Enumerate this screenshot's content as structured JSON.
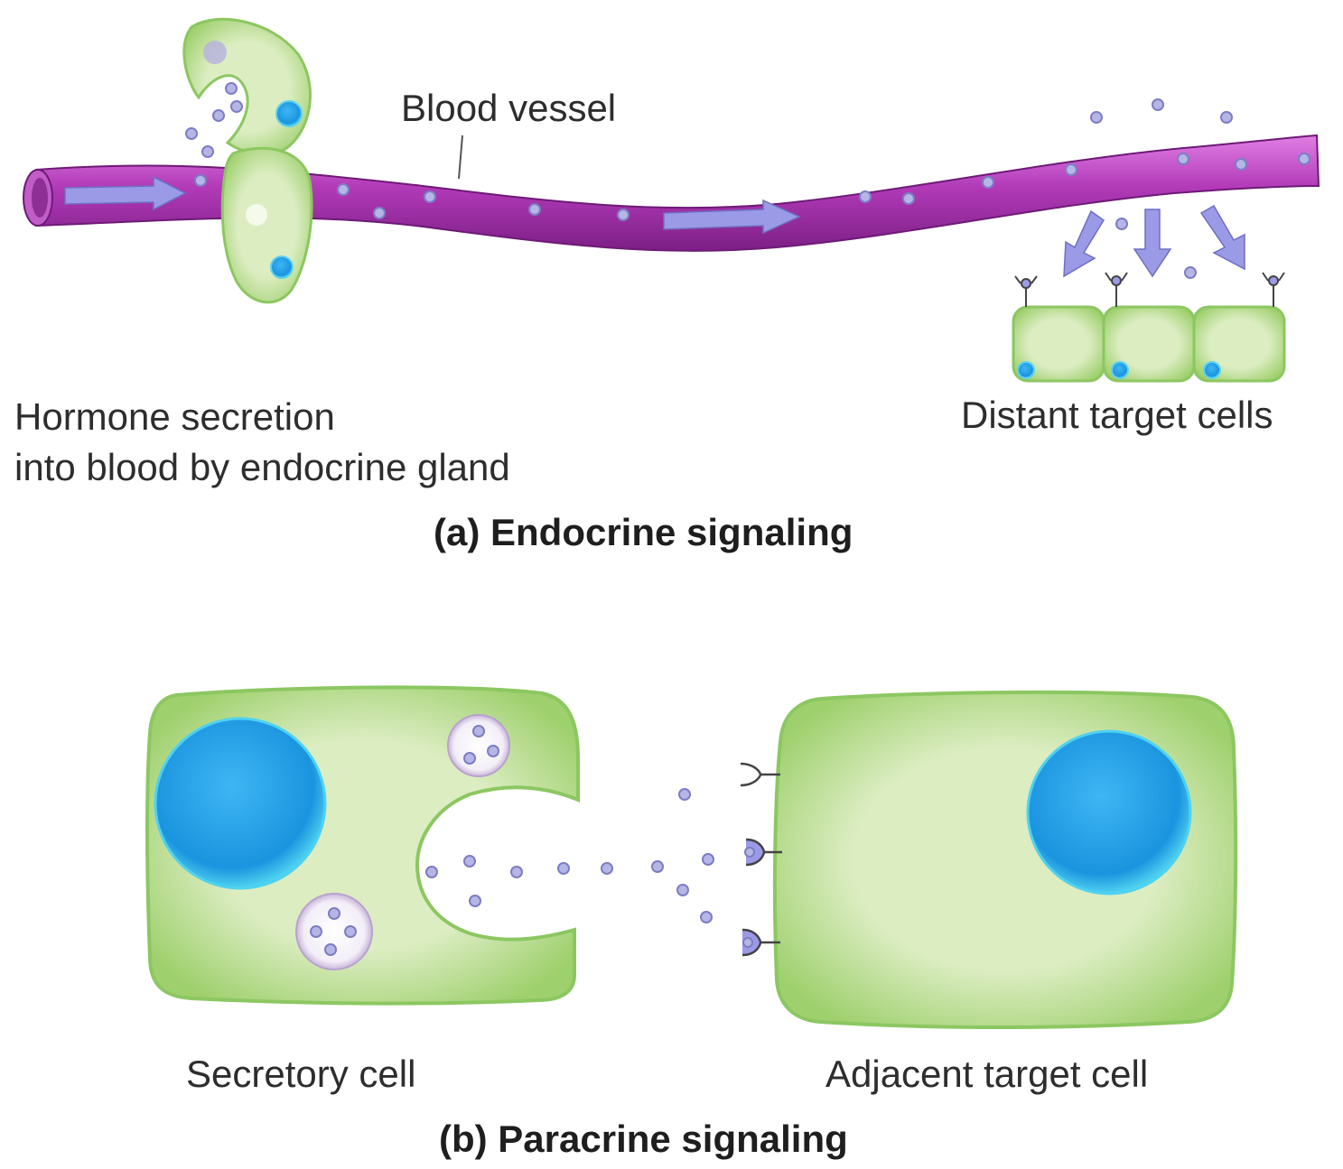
{
  "endocrine": {
    "vessel_label": "Blood vessel",
    "gland_label_line1": "Hormone secretion",
    "gland_label_line2": "into blood by endocrine gland",
    "target_label": "Distant target cells",
    "title": "(a) Endocrine signaling"
  },
  "paracrine": {
    "secretory_label": "Secretory cell",
    "target_label": "Adjacent target cell",
    "title": "(b) Paracrine signaling"
  },
  "colors": {
    "vessel": "#b23ab8",
    "vessel_dark": "#7c1f85",
    "cell_fill": "#d3e8b4",
    "cell_edge": "#8cc761",
    "nucleus": "#1f9fe6",
    "hormone": "#8f8fcf",
    "arrow": "#9a9ae6"
  }
}
